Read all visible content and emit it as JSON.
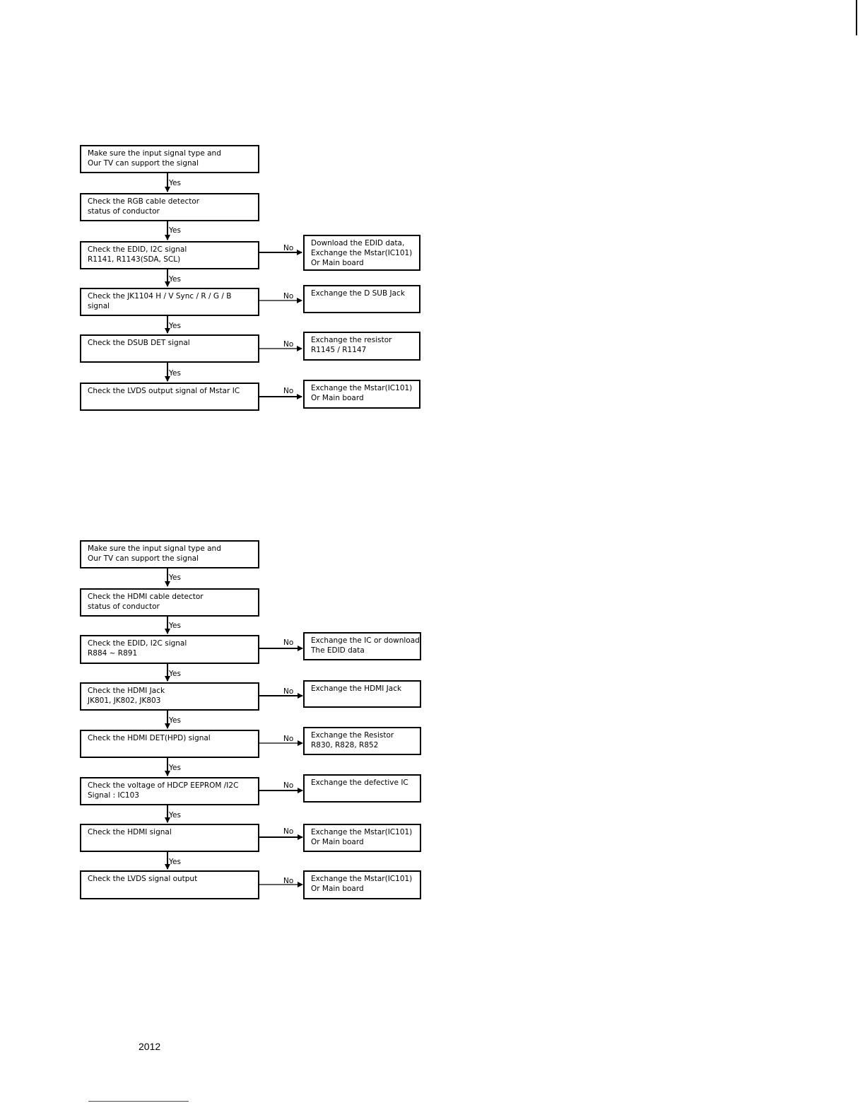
{
  "flowchart_rgb": {
    "steps": [
      "Make sure the input signal type and\nOur TV can support the signal",
      "Check the RGB cable detector\nstatus of conductor",
      "Check the EDID, I2C signal\nR1141, R1143(SDA, SCL)",
      "Check the JK1104 H / V  Sync / R / G / B\nsignal",
      "Check the DSUB  DET signal",
      "Check the LVDS output signal of Mstar IC"
    ],
    "actions": [
      "Download the EDID data,\nExchange the Mstar(IC101)\nOr Main board",
      "Exchange the D  SUB Jack",
      "Exchange the resistor\nR1145 / R1147",
      "Exchange the Mstar(IC101)\nOr Main board"
    ]
  },
  "flowchart_hdmi": {
    "steps": [
      "Make sure the input signal type and\nOur TV can support the signal",
      "Check the HDMI cable detector\nstatus of conductor",
      "Check the EDID, I2C signal\nR884 ~ R891",
      "Check the HDMI Jack\nJK801, JK802, JK803",
      "Check the HDMI  DET(HPD) signal",
      "Check the voltage of HDCP EEPROM /I2C\nSignal : IC103",
      "Check the HDMI signal",
      "Check the LVDS signal output"
    ],
    "actions": [
      "Exchange the IC or download\nThe EDID data",
      "Exchange the HDMI Jack",
      "Exchange the Resistor\nR830, R828, R852",
      "Exchange the defective IC",
      "Exchange the Mstar(IC101)\nOr Main board",
      "Exchange the Mstar(IC101)\nOr Main board"
    ]
  },
  "labels": {
    "yes": "Yes",
    "no": "No"
  },
  "footer": {
    "year": "2012"
  }
}
